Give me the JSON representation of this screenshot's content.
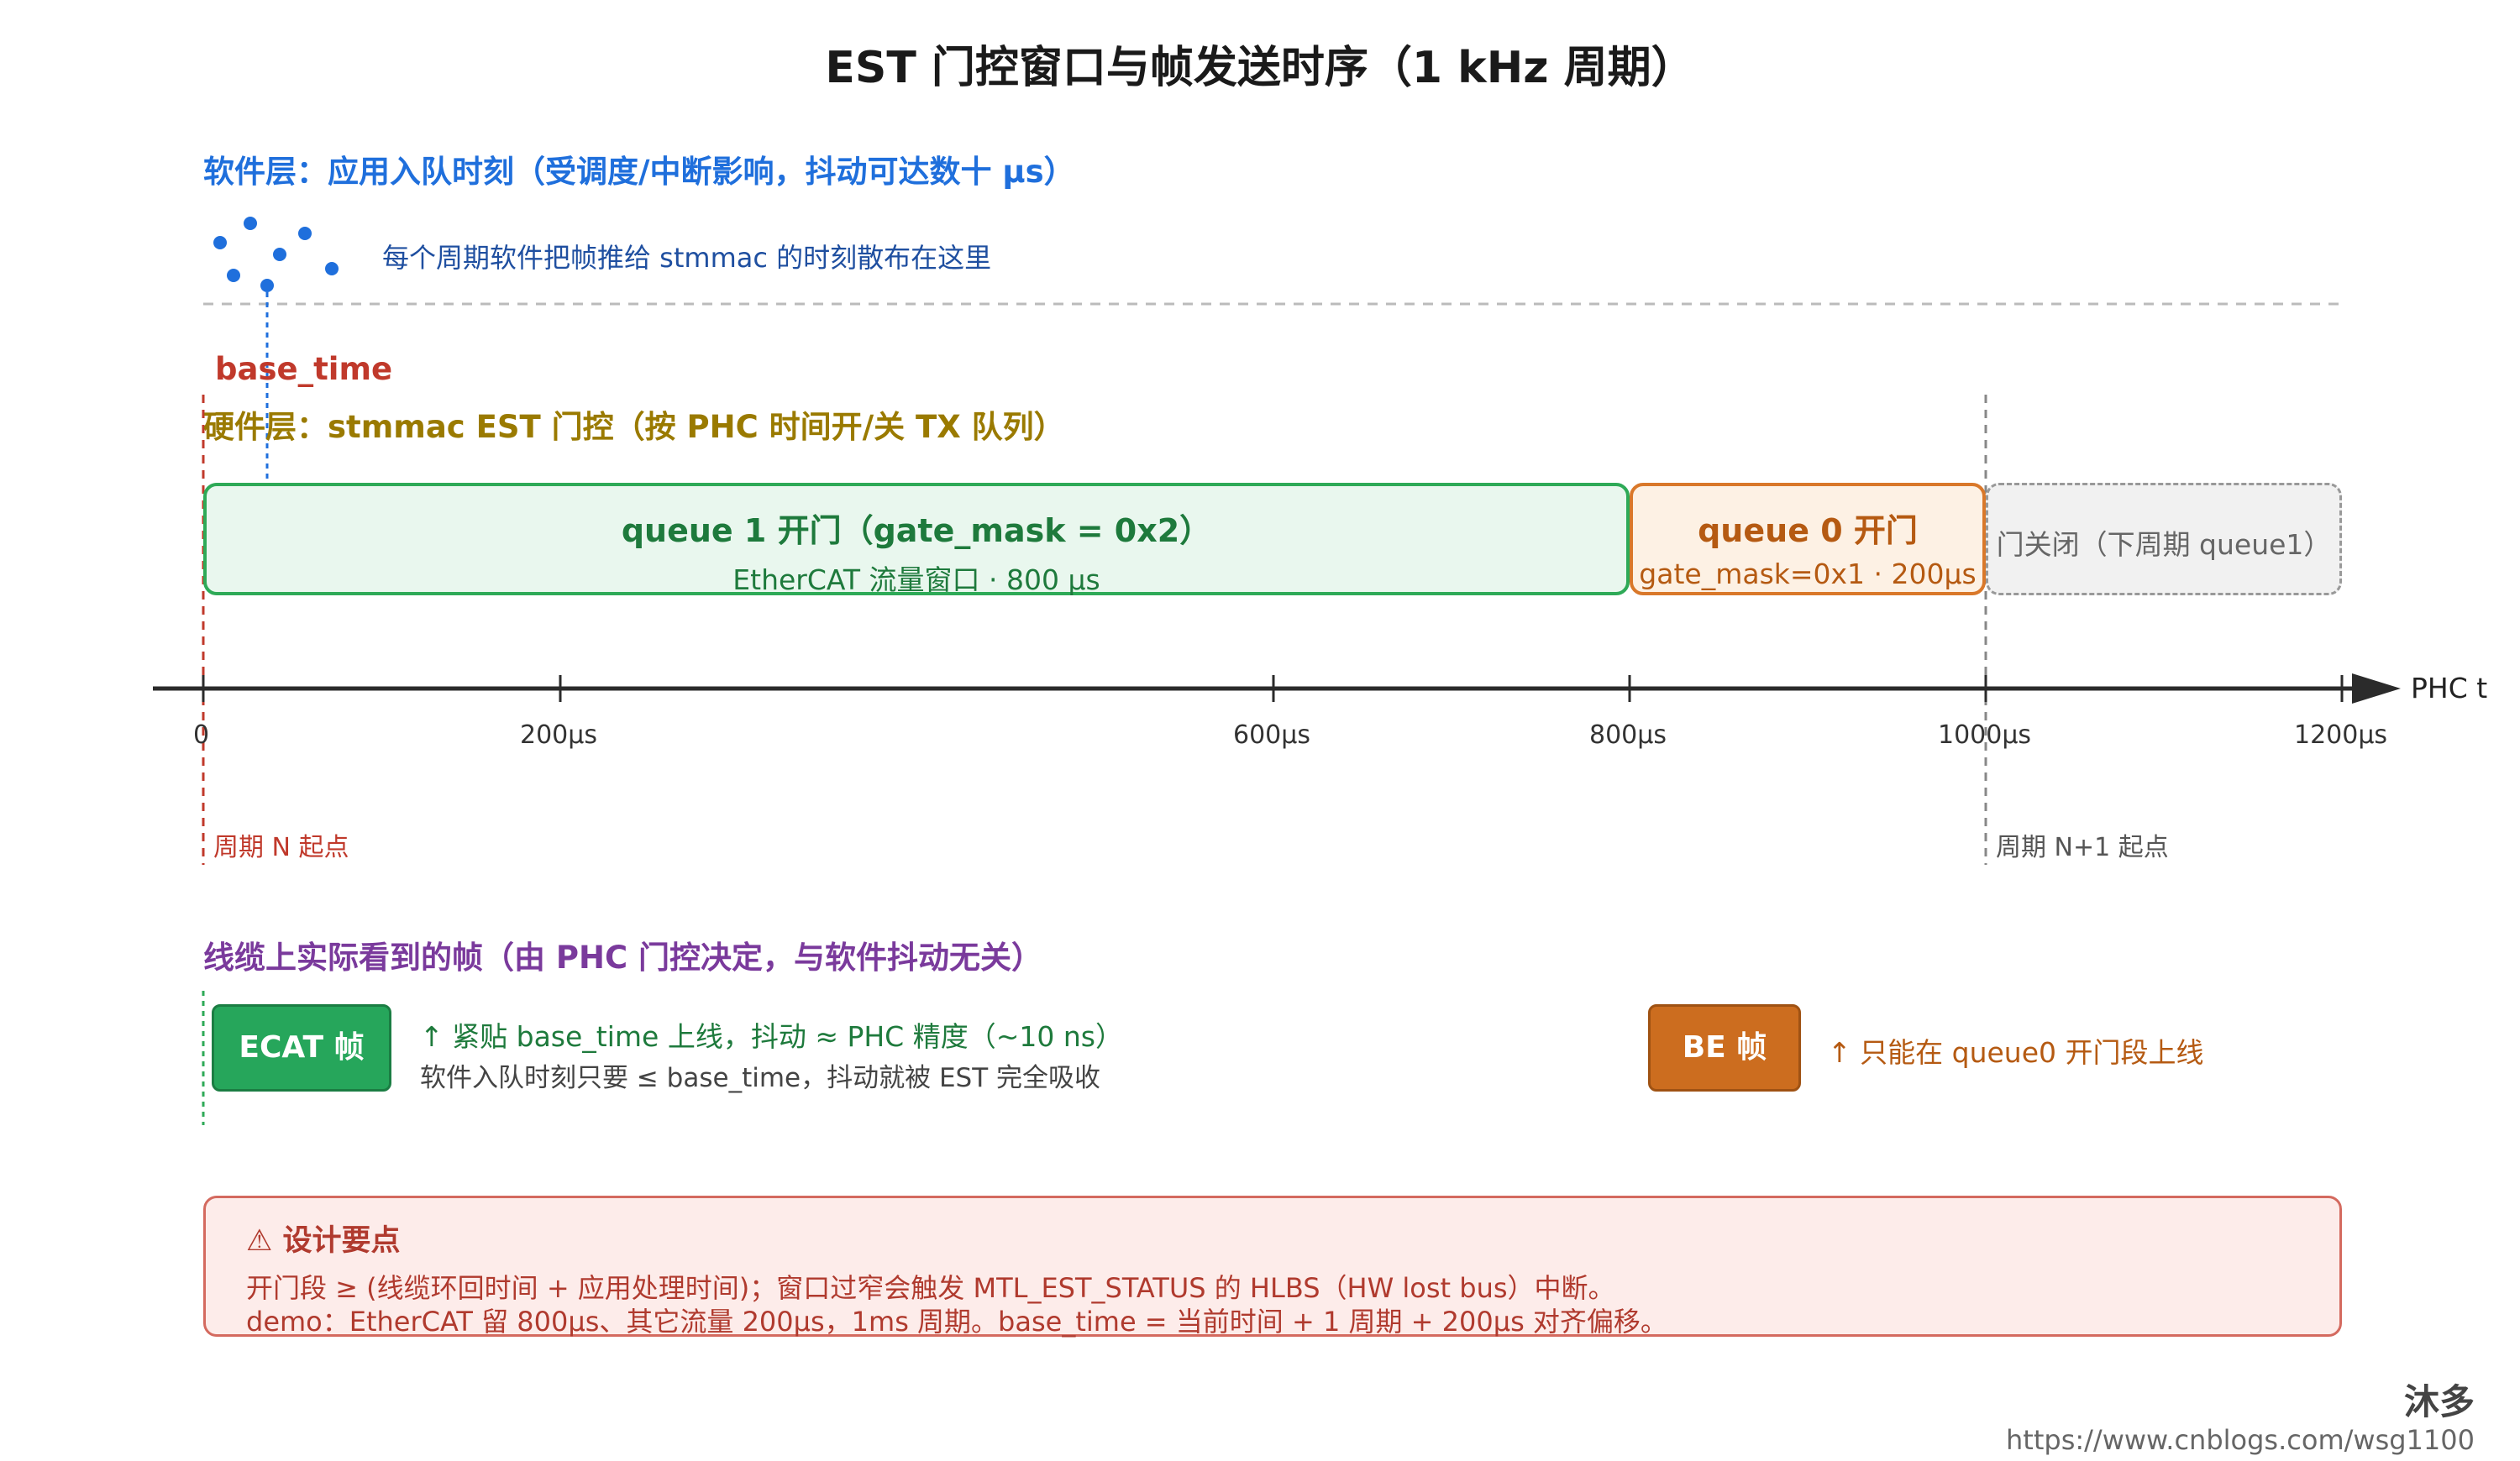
{
  "title": "EST 门控窗口与帧发送时序（1 kHz 周期）",
  "software_layer": {
    "heading": "软件层：应用入队时刻（受调度/中断影响，抖动可达数十 µs）",
    "note": "每个周期软件把帧推给 stmmac 的时刻散布在这里",
    "dot_color": "#1f6fdc"
  },
  "hardware_layer": {
    "base_time_label": "base_time",
    "heading": "硬件层：stmmac EST 门控（按 PHC 时间开/关 TX 队列）",
    "windows": [
      {
        "main": "queue 1 开门（gate_mask = 0x2）",
        "sub": "EtherCAT 流量窗口 · 800 µs",
        "color": "#2eaa57"
      },
      {
        "main": "queue 0 开门",
        "sub": "gate_mask=0x1 · 200µs",
        "color": "#d9782a"
      },
      {
        "main": "门关闭（下周期 queue1）",
        "color": "#999999"
      }
    ]
  },
  "timeline": {
    "axis_label": "PHC t",
    "ticks": [
      "0",
      "200µs",
      "600µs",
      "800µs",
      "1000µs",
      "1200µs"
    ],
    "cycle_start": "周期 N 起点",
    "cycle_next": "周期 N+1 起点"
  },
  "wire": {
    "heading": "线缆上实际看到的帧（由 PHC 门控决定，与软件抖动无关）",
    "ecat_label": "ECAT 帧",
    "ecat_note1": "↑ 紧贴 base_time 上线，抖动 ≈ PHC 精度（~10 ns）",
    "ecat_note2": "软件入队时刻只要 ≤ base_time，抖动就被 EST 完全吸收",
    "be_label": "BE 帧",
    "be_note": "↑ 只能在 queue0 开门段上线"
  },
  "design": {
    "title": "⚠ 设计要点",
    "line1": "开门段 ≥ (线缆环回时间 + 应用处理时间)；窗口过窄会触发 MTL_EST_STATUS 的 HLBS（HW lost bus）中断。",
    "line2": "demo：EtherCAT 留 800µs、其它流量 200µs，1ms 周期。base_time = 当前时间 + 1 周期 + 200µs 对齐偏移。"
  },
  "watermark": {
    "name": "沐多",
    "url": "https://www.cnblogs.com/wsg1100"
  }
}
